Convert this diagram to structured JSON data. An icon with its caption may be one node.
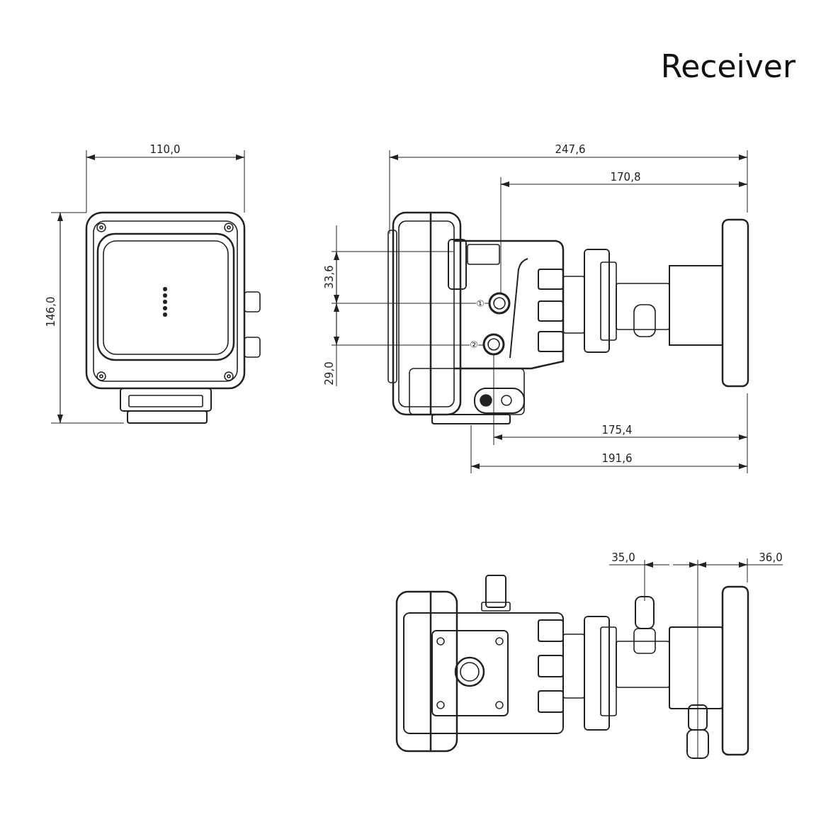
{
  "diagram": {
    "title": "Receiver",
    "labels": [
      "110,0",
      "247,6",
      "170,8",
      "146,0",
      "33,6",
      "①",
      "②",
      "29,0",
      "175,4",
      "191,6",
      "35,0",
      "36,0"
    ]
  }
}
